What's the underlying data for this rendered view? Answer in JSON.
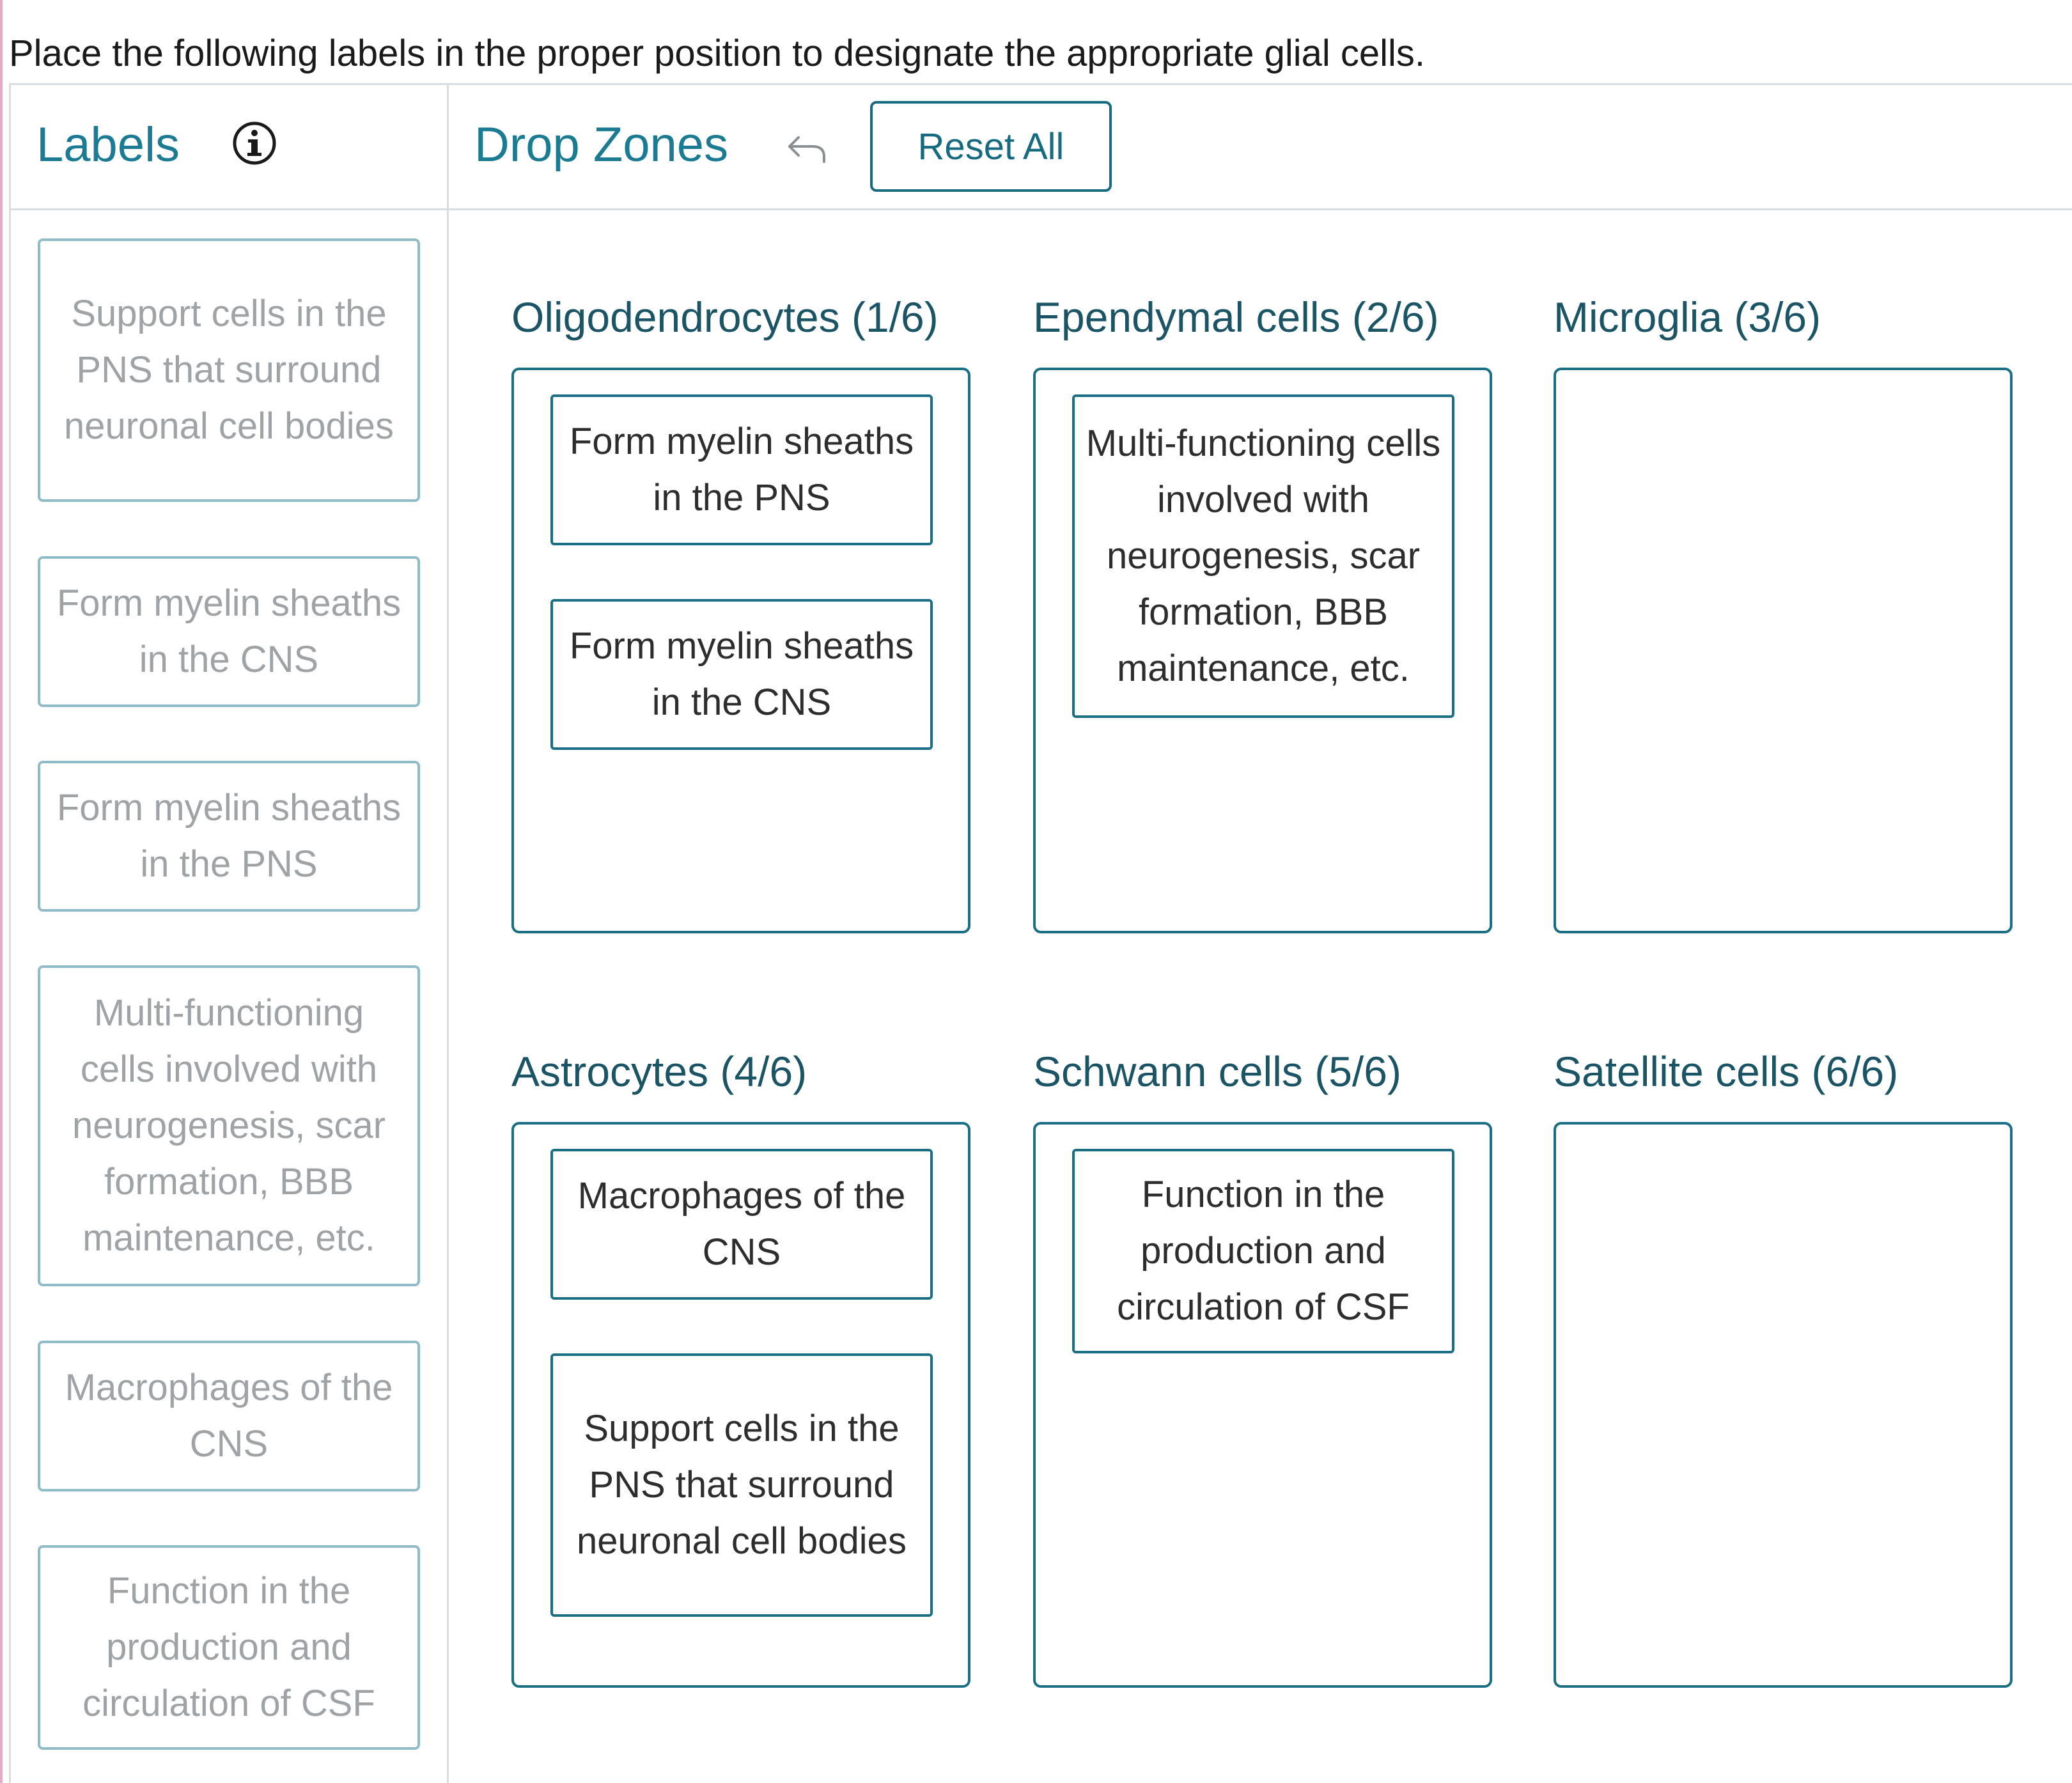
{
  "instruction": "Place the following labels in the proper position to designate the appropriate glial cells.",
  "labels_panel": {
    "title": "Labels",
    "info_icon": "info-icon",
    "items": [
      "Support cells in the PNS that surround neuronal cell bodies",
      "Form myelin sheaths in the CNS",
      "Form myelin sheaths in the PNS",
      "Multi-functioning cells involved with neurogenesis, scar formation, BBB maintenance, etc.",
      "Macrophages of the CNS",
      "Function in the production and circulation of CSF"
    ]
  },
  "drop_panel": {
    "title": "Drop Zones",
    "undo_icon": "undo-icon",
    "reset_label": "Reset All"
  },
  "zones": [
    {
      "title": "Oligodendrocytes (1/6)",
      "placed": [
        "Form myelin sheaths in the PNS",
        "Form myelin sheaths in the CNS"
      ]
    },
    {
      "title": "Ependymal cells (2/6)",
      "placed": [
        "Multi-functioning cells involved with neurogenesis, scar formation, BBB maintenance, etc."
      ]
    },
    {
      "title": "Microglia (3/6)",
      "placed": []
    },
    {
      "title": "Astrocytes (4/6)",
      "placed": [
        "Macrophages of the CNS",
        "Support cells in the PNS that surround neuronal cell bodies"
      ]
    },
    {
      "title": "Schwann cells (5/6)",
      "placed": [
        "Function in the production and circulation of CSF"
      ]
    },
    {
      "title": "Satellite cells (6/6)",
      "placed": []
    }
  ],
  "colors": {
    "accent": "#1b7b93",
    "zone_border": "#1b6f84",
    "label_border": "#8fbcc7",
    "label_text": "#9fa3a6",
    "divider": "#d9dde0"
  }
}
